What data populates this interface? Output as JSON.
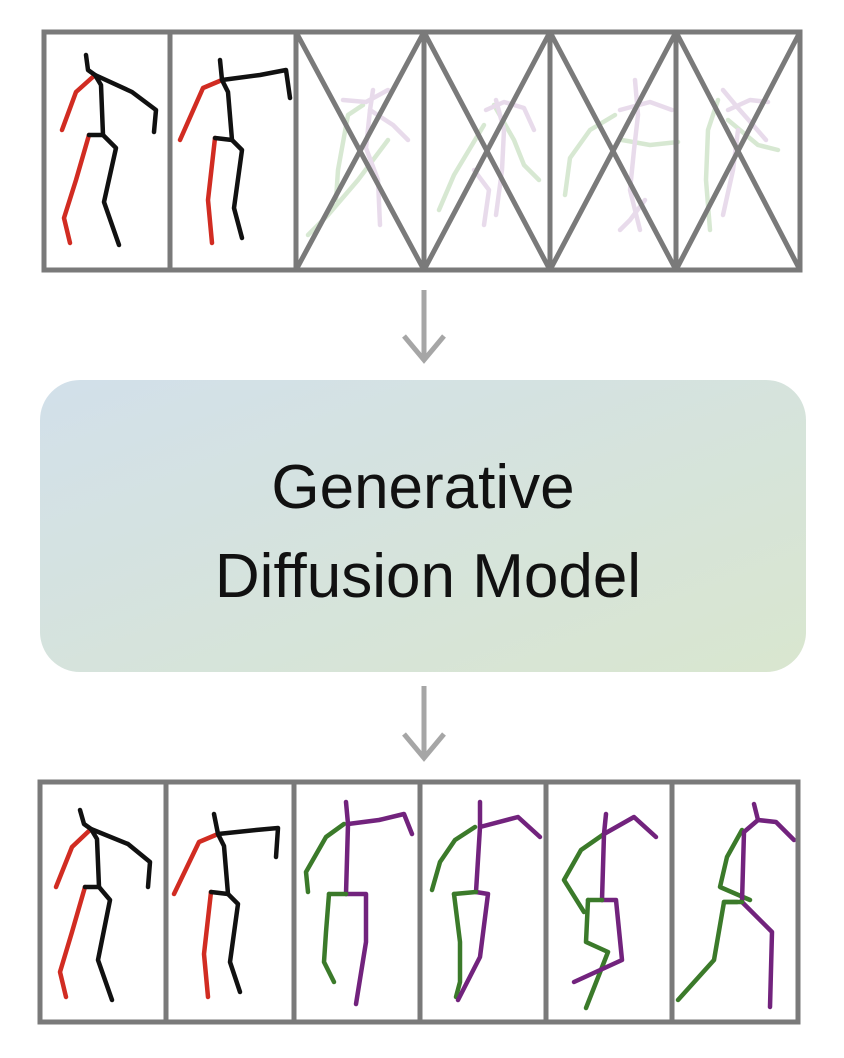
{
  "model": {
    "label_line1": "Generative",
    "label_line2": "Diffusion Model"
  },
  "input_sequence": {
    "frame_count": 6,
    "observed_frames": 2,
    "masked_frames": 4
  },
  "output_sequence": {
    "frame_count": 6,
    "observed_frames": 2,
    "generated_frames": 4
  },
  "colors": {
    "frame_border": "#7a7a7a",
    "arrow": "#a6a6a6",
    "observed_left_limbs": "#d12c22",
    "observed_right_limbs": "#111111",
    "generated_left_limbs": "#3b7a2a",
    "generated_right_limbs": "#72237d",
    "ghost_left_limbs": "#8fbf80",
    "ghost_right_limbs": "#c09ac8",
    "model_gradient_start": "#d2e0ea",
    "model_gradient_end": "#d9e6cf",
    "label_text": "#111111"
  }
}
